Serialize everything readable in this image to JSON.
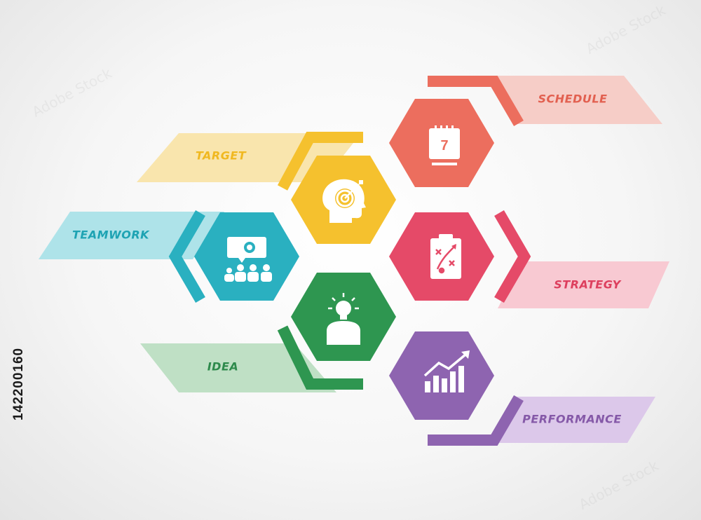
{
  "diagram": {
    "items": [
      {
        "key": "target",
        "label": "TARGET",
        "color": "#f5c12e",
        "band_color": "#f9e5ad",
        "text_color": "#f0b820",
        "icon": "target-head-icon"
      },
      {
        "key": "teamwork",
        "label": "TEAMWORK",
        "color": "#2ab0c0",
        "band_color": "#aee3e9",
        "text_color": "#1ea3b3",
        "icon": "team-meeting-icon"
      },
      {
        "key": "idea",
        "label": "IDEA",
        "color": "#2e9650",
        "band_color": "#bfe0c5",
        "text_color": "#2e8a4c",
        "icon": "lightbulb-person-icon"
      },
      {
        "key": "schedule",
        "label": "SCHEDULE",
        "color": "#ec6e5e",
        "band_color": "#f6cdc7",
        "text_color": "#e26050",
        "icon": "calendar-icon"
      },
      {
        "key": "strategy",
        "label": "STRATEGY",
        "color": "#e54a68",
        "band_color": "#f8c9d2",
        "text_color": "#dd3f5e",
        "icon": "strategy-clipboard-icon"
      },
      {
        "key": "performance",
        "label": "PERFORMANCE",
        "color": "#8e64b0",
        "band_color": "#dcc8ea",
        "text_color": "#8559a8",
        "icon": "growth-chart-icon"
      }
    ],
    "calendar_day": "7"
  },
  "stock_id": "142200160",
  "watermark_text": "Adobe Stock"
}
